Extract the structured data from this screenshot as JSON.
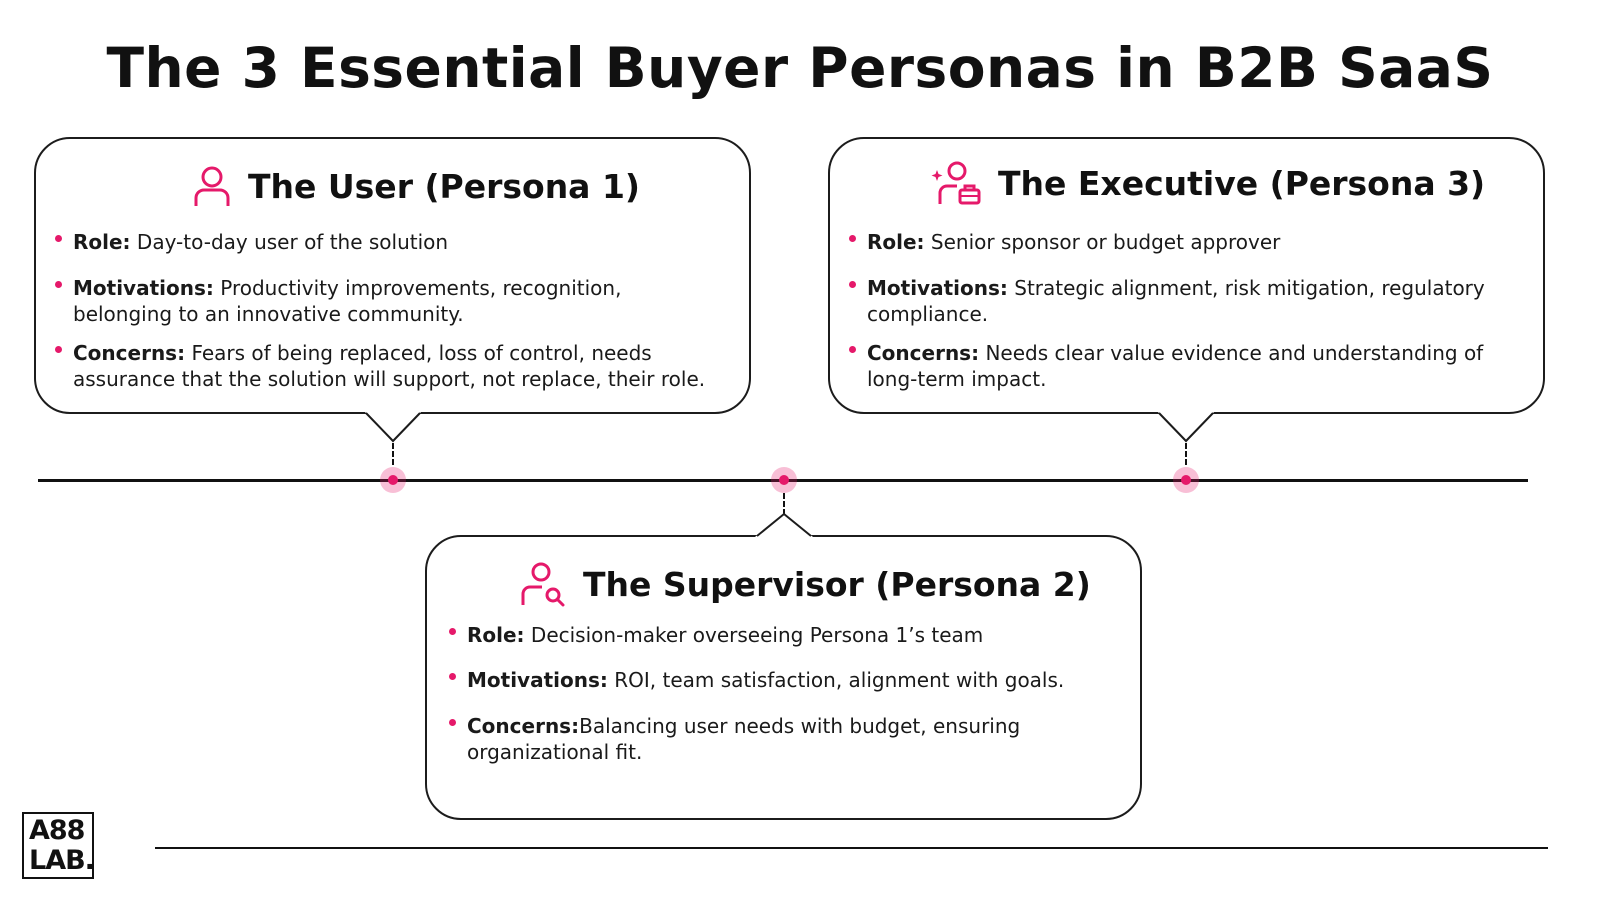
{
  "title": "The 3 Essential Buyer Personas in B2B SaaS",
  "accent_color": "#e5196a",
  "personas": [
    {
      "title": "The User (Persona 1)",
      "icon": "user-icon",
      "bullets": [
        {
          "label": "Role:",
          "text": " Day-to-day user of the solution"
        },
        {
          "label": "Motivations:",
          "text": " Productivity improvements, recognition, belonging to an innovative community."
        },
        {
          "label": "Concerns:",
          "text": " Fears of  being replaced, loss of control, needs assurance that the solution will support, not replace, their role."
        }
      ]
    },
    {
      "title": "The Supervisor (Persona 2)",
      "icon": "user-search-icon",
      "bullets": [
        {
          "label": "Role:",
          "text": " Decision-maker overseeing Persona 1’s team"
        },
        {
          "label": "Motivations:",
          "text": " ROI, team satisfaction, alignment with goals."
        },
        {
          "label": "Concerns:",
          "text": "Balancing user needs with budget, ensuring organizational fit."
        }
      ]
    },
    {
      "title": "The Executive (Persona 3)",
      "icon": "user-briefcase-icon",
      "bullets": [
        {
          "label": "Role:",
          "text": " Senior sponsor or budget approver"
        },
        {
          "label": "Motivations:",
          "text": " Strategic alignment, risk mitigation, regulatory compliance."
        },
        {
          "label": "Concerns:",
          "text": "  Needs clear value evidence and understanding of long-term impact."
        }
      ]
    }
  ],
  "logo": {
    "line1": "A88",
    "line2": "LAB."
  }
}
